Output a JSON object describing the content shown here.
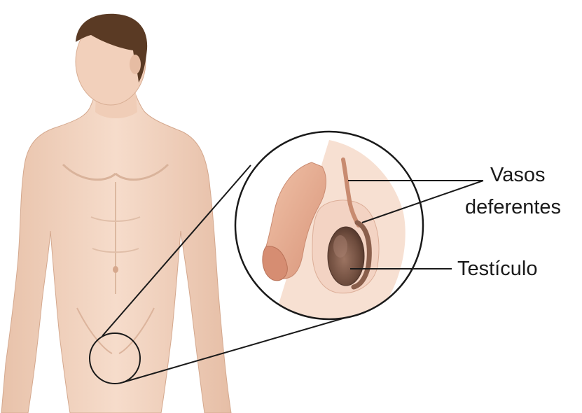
{
  "labels": {
    "vas_deferens_line1": "Vasos",
    "vas_deferens_line2": "deferentes",
    "testicle": "Testículo"
  },
  "colors": {
    "skin": "#f2d3bf",
    "skin_shadow": "#e0b69b",
    "hair": "#5a3a24",
    "penis": "#e6ab90",
    "scrotum": "#f3d3c3",
    "testicle": "#7d5a4a",
    "vas_deferens": "#c88b70",
    "line": "#1a1a1a"
  }
}
